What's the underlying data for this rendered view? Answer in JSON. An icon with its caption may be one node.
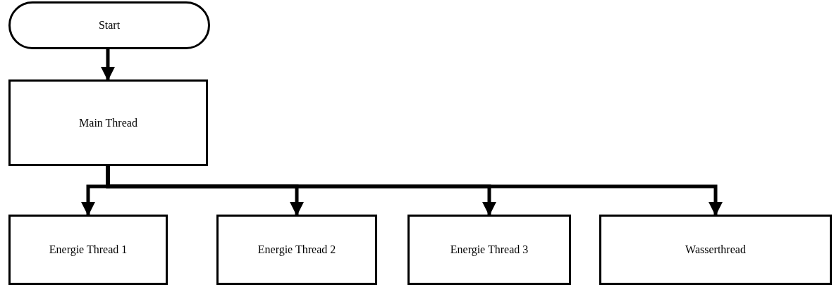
{
  "diagram": {
    "nodes": [
      {
        "text": [
          "Start"
        ]
      },
      {
        "text": [
          "Main Thread"
        ]
      },
      {
        "text": [
          "Energie Thread 1"
        ]
      },
      {
        "text": [
          "Energie Thread 2"
        ]
      },
      {
        "text": [
          "Energie Thread 3"
        ]
      },
      {
        "text": [
          "Wasserthread"
        ]
      }
    ],
    "edges": [
      {
        "from": 0,
        "to": 1,
        "arrow": "to"
      },
      {
        "from": 1,
        "to": 2,
        "arrow": "to"
      },
      {
        "from": 1,
        "to": 3,
        "arrow": "to"
      },
      {
        "from": 1,
        "to": 4,
        "arrow": "to"
      },
      {
        "from": 1,
        "to": 5,
        "arrow": "to"
      }
    ]
  }
}
